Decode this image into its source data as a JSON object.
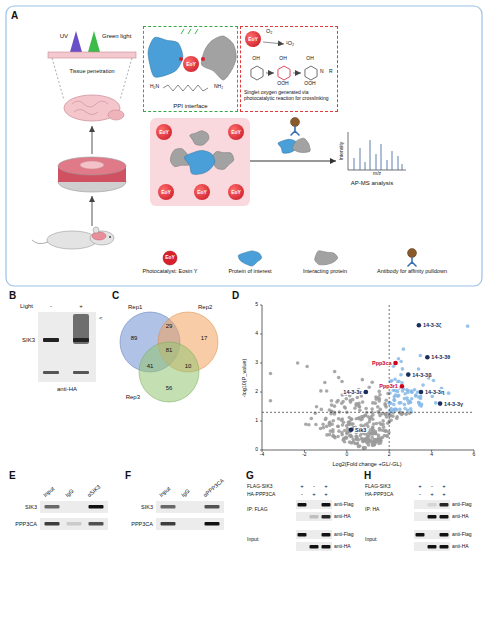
{
  "diagram": {
    "nodes": [
      {
        "text": [
          "PPI interface"
        ]
      },
      {
        "text": [
          "EoY"
        ],
        "in": 0
      },
      {
        "text": [
          "Singlet oxygen generated via photocatalytic reaction for crosslinking"
        ]
      },
      {
        "text": [
          "EoY"
        ],
        "in": 2
      },
      {
        "text": []
      },
      {
        "text": [
          "EoY"
        ],
        "in": 4
      },
      {
        "text": [
          "EoY"
        ],
        "in": 4
      },
      {
        "text": [
          "EoY"
        ],
        "in": 4
      },
      {
        "text": [
          "EoY"
        ],
        "in": 4
      },
      {
        "text": [
          "EoY"
        ],
        "in": 4
      },
      {
        "text": [
          "Intensity",
          "m/z",
          "AP-MS analysis"
        ]
      }
    ],
    "edges": [
      {
        "from": 4,
        "to": 10,
        "arrow": "to"
      }
    ],
    "labels": [
      "A",
      "UV",
      "Green light",
      "Tissue penetration",
      "H₂N",
      "NH₂",
      "O₂",
      "¹O₂",
      "OH",
      "OH",
      "OH",
      "OOH",
      "OOH",
      "N",
      "R",
      "EoY",
      "B",
      "Light",
      "-",
      "+",
      "SIK3",
      "<",
      "anti-HA",
      "C",
      "Rep1",
      "Rep2",
      "Rep3",
      "89",
      "29",
      "17",
      "81",
      "41",
      "10",
      "56",
      "D",
      "-log10(P_value)",
      "Log2(Fold change +GL/-GL)",
      "-4",
      "-2",
      "0",
      "2",
      "4",
      "6",
      "0",
      "1",
      "2",
      "3",
      "4",
      "5",
      "14-3-3ζ",
      "14-3-3θ",
      "14-3-3β",
      "Ppp3ca",
      "Ppp3r1",
      "14-3-3ε",
      "14-3-3η",
      "14-3-3γ",
      "Sik3",
      "E",
      "Input",
      "IgG",
      "αSIK3",
      "SIK3",
      "PPP3CA",
      "F",
      "Input",
      "IgG",
      "αPPP3CA",
      "SIK3",
      "PPP3CA",
      "G",
      "FLAG-SIK3",
      "HA-PPP3CA",
      "+",
      "-",
      "+",
      "-",
      "+",
      "+",
      "IP: FLAG",
      "anti-Flag",
      "anti-HA",
      "Input:",
      "anti-Flag",
      "anti-HA",
      "H",
      "FLAG-SIK3",
      "HA-PPP3CA",
      "+",
      "-",
      "+",
      "-",
      "+",
      "+",
      "IP: HA",
      "anti-Flag",
      "anti-HA",
      "Input:",
      "anti-Flag",
      "anti-HA"
    ],
    "legend": [
      {
        "text": "Photocatalyst: Eosin Y"
      },
      {
        "text": "Protein of interest"
      },
      {
        "text": "Interacting protein"
      },
      {
        "text": "Antibody for affinity pulldown"
      }
    ]
  }
}
